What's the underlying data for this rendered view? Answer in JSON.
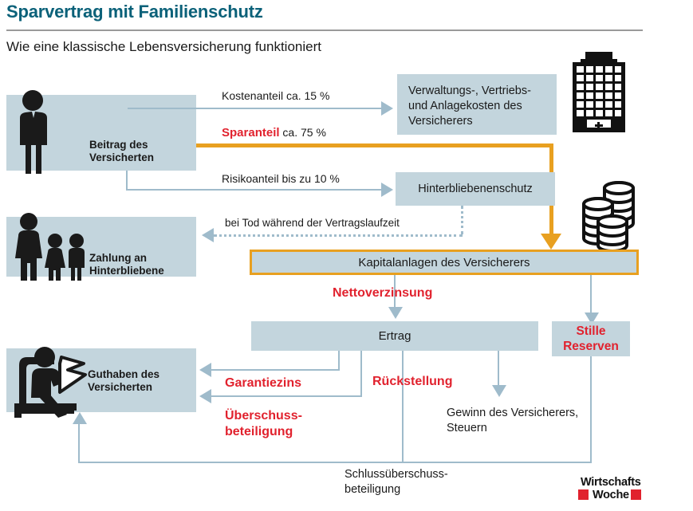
{
  "header": {
    "title": "Sparvertrag mit Familienschutz",
    "subtitle": "Wie eine klassische Lebensversicherung funktioniert",
    "title_color": "#0b6179"
  },
  "colors": {
    "box_fill": "#c3d5dd",
    "connector": "#9fbbcb",
    "accent_orange": "#e8a020",
    "accent_red": "#e1222e",
    "text": "#1a1a1a"
  },
  "boxes": {
    "beitrag": "Beitrag des\nVersicherten",
    "beitrag_line1": "Beitrag des",
    "beitrag_line2": "Versicherten",
    "kosten": "Verwaltungs-, Vertriebs-\nund Anlagekosten des\nVersicherers",
    "kosten_line1": "Verwaltungs-, Vertriebs-",
    "kosten_line2": "und Anlagekosten des",
    "kosten_line3": "Versicherers",
    "hinterbliebenenschutz": "Hinterbliebenenschutz",
    "zahlung_line1": "Zahlung an",
    "zahlung_line2": "Hinterbliebene",
    "kapitalanlagen": "Kapitalanlagen des Versicherers",
    "ertrag": "Ertrag",
    "stille_line1": "Stille",
    "stille_line2": "Reserven",
    "guthaben_line1": "Guthaben des",
    "guthaben_line2": "Versicherten"
  },
  "flow_labels": {
    "kostenanteil": "Kostenanteil ca. 15 %",
    "sparanteil_red": "Sparanteil",
    "sparanteil_rest": " ca. 75 %",
    "risikoanteil": "Risikoanteil bis zu 10 %",
    "bei_tod": "bei Tod während der Vertragslaufzeit",
    "nettoverzinsung": "Nettoverzinsung",
    "garantiezins": "Garantiezins",
    "rueckstellung": "Rückstellung",
    "ueberschuss_line1": "Überschuss-",
    "ueberschuss_line2": "beteiligung",
    "gewinn_line1": "Gewinn des Versicherers,",
    "gewinn_line2": "Steuern",
    "schluss_line1": "Schlussüberschuss-",
    "schluss_line2": "beteiligung"
  },
  "icons": {
    "person": "person-icon",
    "family": "family-icon",
    "reader": "reading-person-icon",
    "building": "office-building-icon",
    "coins": "coin-stacks-icon"
  },
  "logo": {
    "line1": "Wirtschafts",
    "line2": "Woche",
    "square_color": "#e1222e"
  }
}
